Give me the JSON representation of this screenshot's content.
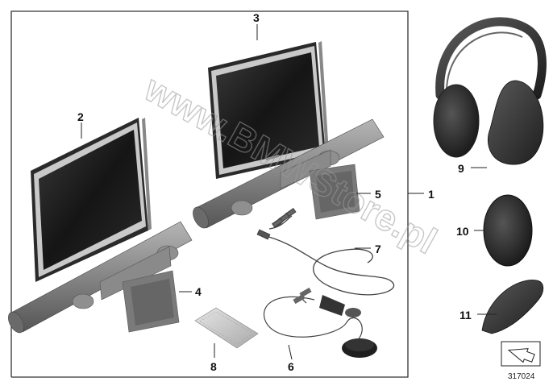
{
  "callouts": {
    "c1": "1",
    "c2": "2",
    "c3": "3",
    "c4": "4",
    "c5": "5",
    "c6": "6",
    "c7": "7",
    "c8": "8",
    "c9": "9",
    "c10": "10",
    "c11": "11"
  },
  "figure_number": "317024",
  "watermark": "www.BMWStore.pl",
  "colors": {
    "frame": "#333333",
    "screen": "#1b1b1b",
    "bar": "#7d7d7d",
    "headphone": "#2f2f2f",
    "cushion": "#262626"
  },
  "icons": {
    "orientation": "orientation-arrow-icon"
  }
}
